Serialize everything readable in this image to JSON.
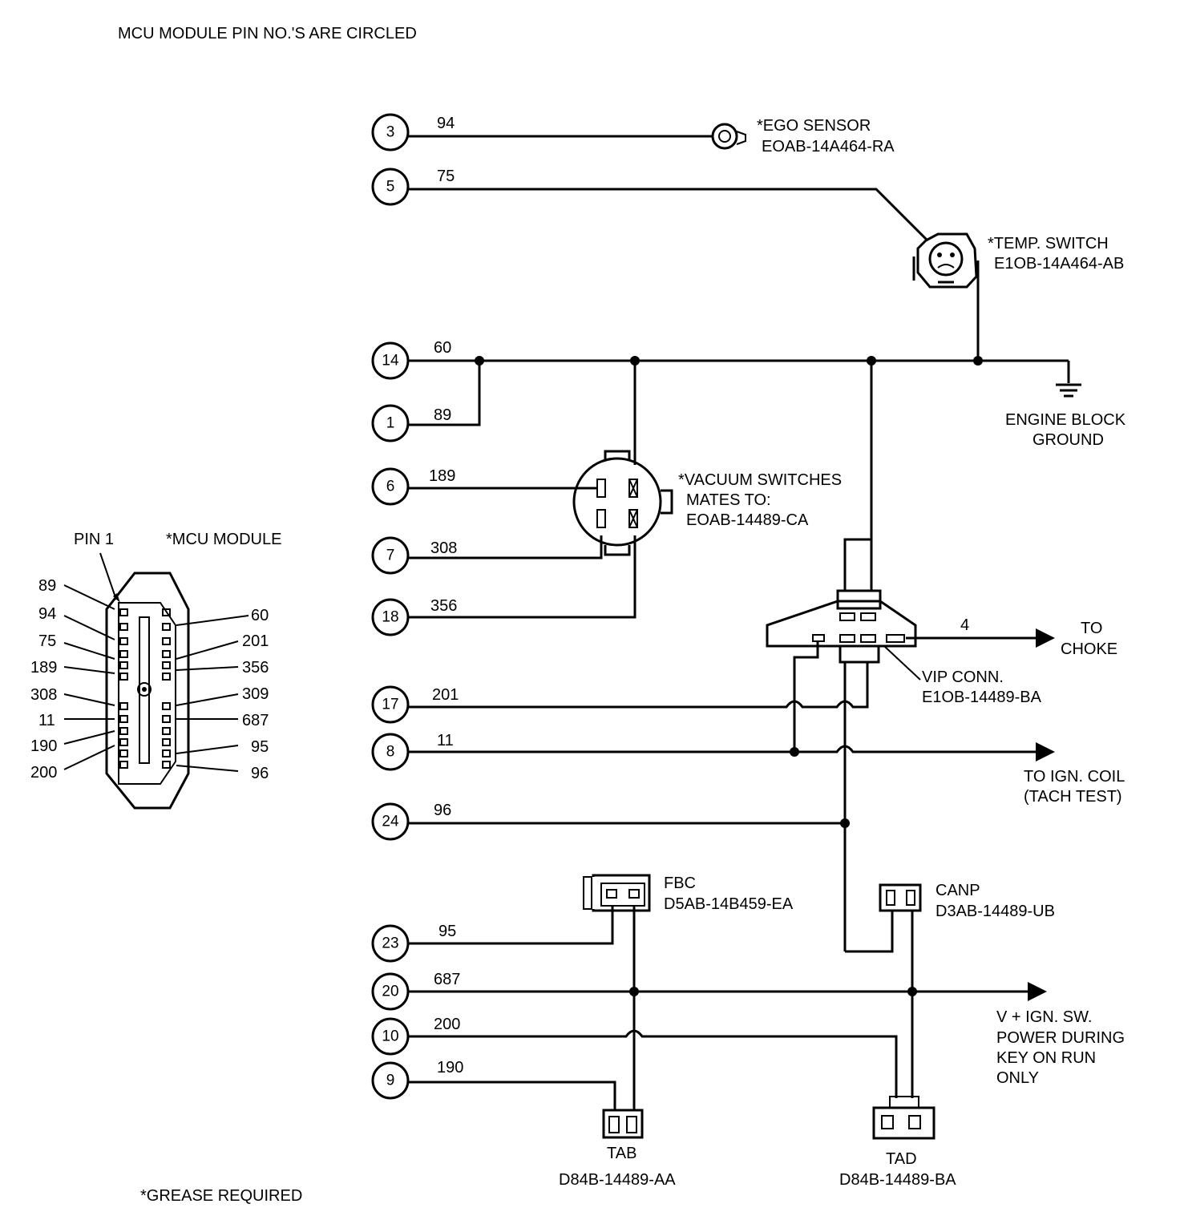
{
  "header": "MCU MODULE PIN NO.'S ARE CIRCLED",
  "footer": "*GREASE REQUIRED",
  "pins": [
    "3",
    "5",
    "14",
    "1",
    "6",
    "7",
    "18",
    "17",
    "8",
    "24",
    "23",
    "20",
    "10",
    "9"
  ],
  "wires": [
    "94",
    "75",
    "60",
    "89",
    "189",
    "308",
    "356",
    "201",
    "11",
    "96",
    "95",
    "687",
    "200",
    "190",
    "4"
  ],
  "components": {
    "ego": [
      "*EGO SENSOR",
      "EOAB-14A464-RA"
    ],
    "temp": [
      "*TEMP. SWITCH",
      "E1OB-14A464-AB"
    ],
    "ground": [
      "ENGINE BLOCK",
      "GROUND"
    ],
    "vacuum": [
      "*VACUUM SWITCHES",
      "MATES TO:",
      "EOAB-14489-CA"
    ],
    "vip": [
      "VIP CONN.",
      "E1OB-14489-BA"
    ],
    "choke": [
      "TO",
      "CHOKE"
    ],
    "coil": [
      "TO IGN. COIL",
      "(TACH TEST)"
    ],
    "fbc": [
      "FBC",
      "D5AB-14B459-EA"
    ],
    "canp": [
      "CANP",
      "D3AB-14489-UB"
    ],
    "power": [
      "V + IGN. SW.",
      "POWER DURING",
      "KEY ON RUN",
      "ONLY"
    ],
    "tab": [
      "TAB",
      "D84B-14489-AA"
    ],
    "tad": [
      "TAD",
      "D84B-14489-BA"
    ]
  },
  "mcu": {
    "title": "*MCU MODULE",
    "pin1": "PIN 1",
    "left": [
      "89",
      "94",
      "75",
      "189",
      "308",
      "11",
      "190",
      "200"
    ],
    "right": [
      "60",
      "201",
      "356",
      "309",
      "687",
      "95",
      "96"
    ]
  }
}
